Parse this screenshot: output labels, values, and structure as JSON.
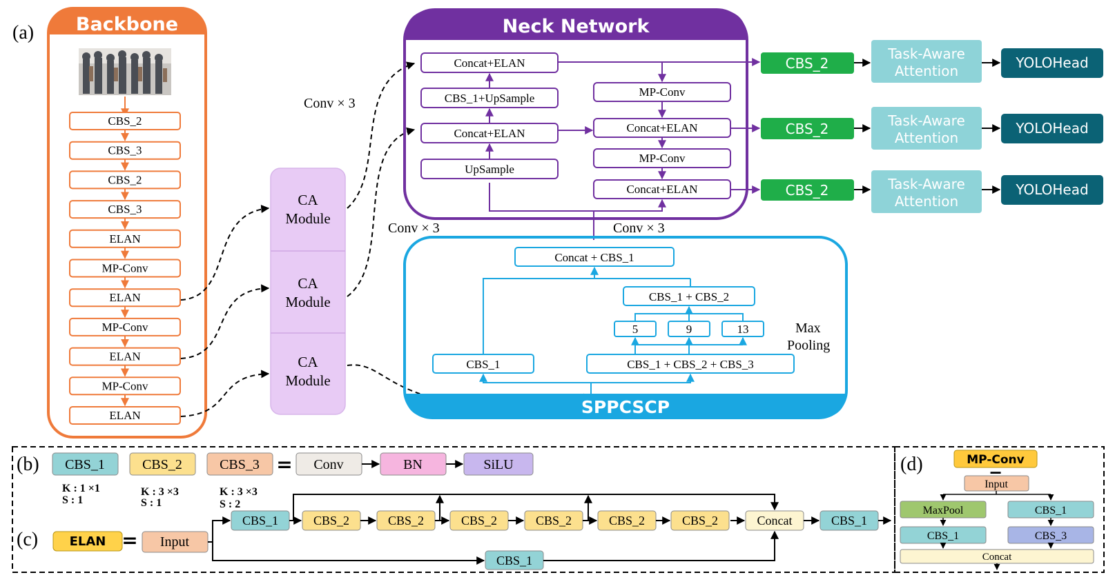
{
  "labels": {
    "panel_a": "(a)",
    "panel_b": "(b)",
    "panel_c": "(c)",
    "panel_d": "(d)"
  },
  "backbone": {
    "title": "Backbone",
    "layers": [
      "CBS_2",
      "CBS_3",
      "CBS_2",
      "CBS_3",
      "ELAN",
      "MP-Conv",
      "ELAN",
      "MP-Conv",
      "ELAN",
      "MP-Conv",
      "ELAN"
    ]
  },
  "ca": {
    "label_line1": "CA",
    "label_line2": "Module"
  },
  "conv_labels": {
    "top": "Conv × 3",
    "middle_left": "Conv × 3",
    "middle_right": "Conv × 3"
  },
  "neck": {
    "title": "Neck Network",
    "left": [
      "Concat+ELAN",
      "CBS_1+UpSample",
      "Concat+ELAN",
      "UpSample"
    ],
    "right": [
      "MP-Conv",
      "Concat+ELAN",
      "MP-Conv",
      "Concat+ELAN"
    ]
  },
  "heads": {
    "cbs": "CBS_2",
    "attention_line1": "Task-Aware",
    "attention_line2": "Attention",
    "yolo": "YOLOHead"
  },
  "sppcscp": {
    "title": "SPPCSCP",
    "concat": "Concat + CBS_1",
    "cbs12": "CBS_1 + CBS_2",
    "pool5": "5",
    "pool9": "9",
    "pool13": "13",
    "maxpool_line1": "Max",
    "maxpool_line2": "Pooling",
    "cbs1": "CBS_1",
    "cbs123": "CBS_1 + CBS_2 + CBS_3"
  },
  "panel_b": {
    "cbs1": "CBS_1",
    "cbs2": "CBS_2",
    "cbs3": "CBS_3",
    "equals": "=",
    "conv": "Conv",
    "bn": "BN",
    "silu": "SiLU",
    "k1": "K : 1 ×1",
    "s1": "S : 1",
    "k2": "K : 3 ×3",
    "s2": "S : 1",
    "k3": "K : 3 ×3",
    "s3": "S : 2"
  },
  "panel_c": {
    "elan": "ELAN",
    "equals": "=",
    "input": "Input",
    "cbs1_top": "CBS_1",
    "chain": [
      "CBS_2",
      "CBS_2",
      "CBS_2",
      "CBS_2",
      "CBS_2",
      "CBS_2"
    ],
    "concat": "Concat",
    "cbs1_out": "CBS_1",
    "cbs1_bottom": "CBS_1"
  },
  "panel_d": {
    "title": "MP-Conv",
    "equals": "=",
    "input": "Input",
    "maxpool": "MaxPool",
    "cbs1_right": "CBS_1",
    "cbs1_left": "CBS_1",
    "cbs3": "CBS_3",
    "concat": "Concat"
  },
  "colors": {
    "backbone": "#EF7A3A",
    "neck": "#7030A0",
    "spp": "#1AA7E1",
    "ca_fill": "#E8CBF5",
    "cbs_green": "#1FAE49",
    "attention": "#8ED3D8",
    "yolo": "#0B6275",
    "cbs1": "#93D3D6",
    "cbs2": "#FCE08E",
    "cbs3": "#F7C7A6",
    "conv": "#EFEBE6",
    "bn": "#F6B5DF",
    "silu": "#C8B7EE",
    "elan": "#FFD24A",
    "input": "#F7C7A6",
    "concat": "#FDF5D1",
    "maxpool": "#9FC76E",
    "cbs3_blue": "#A8B5E6",
    "mpconv": "#FFC93C"
  }
}
